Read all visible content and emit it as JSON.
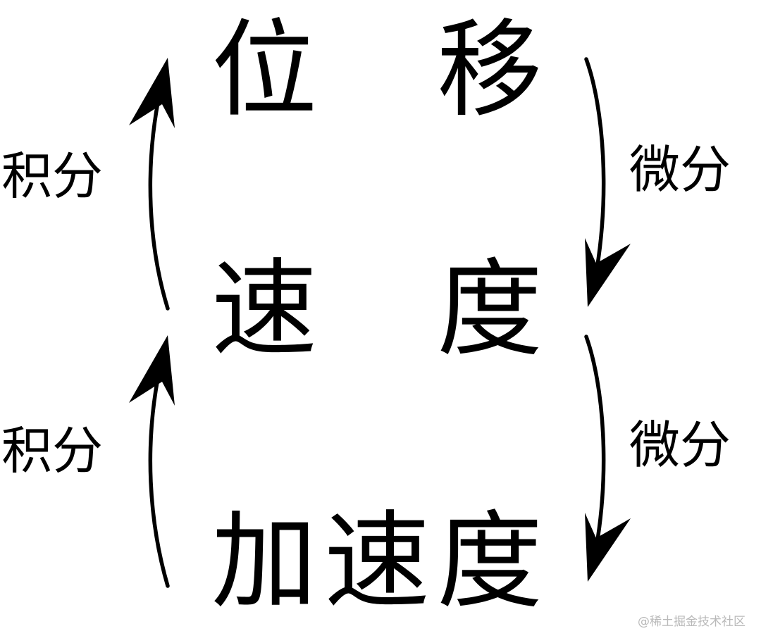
{
  "nodes": {
    "displacement": [
      "位",
      "移"
    ],
    "velocity": [
      "速",
      "度"
    ],
    "acceleration": [
      "加",
      "速",
      "度"
    ]
  },
  "edges": {
    "integral_label": "积分",
    "differential_label": "微分"
  },
  "watermark": "@稀土掘金技术社区"
}
